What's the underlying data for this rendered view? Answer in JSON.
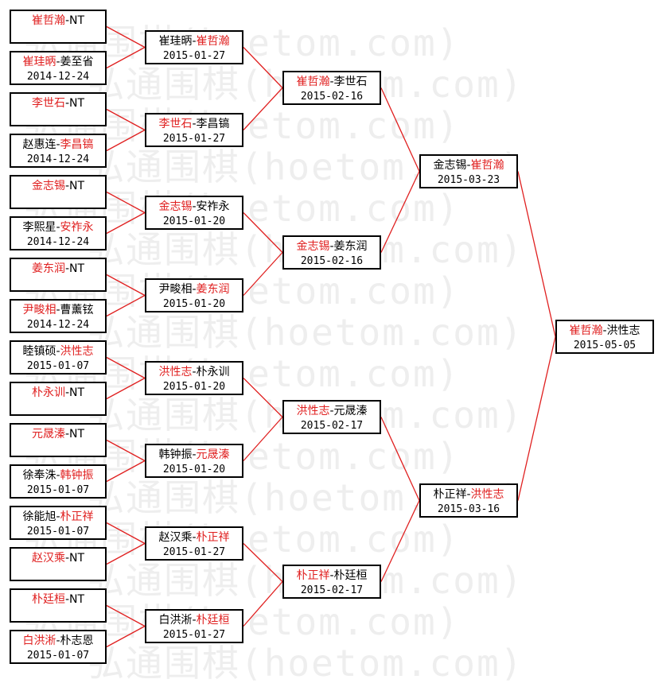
{
  "watermark": "弘通围棋(hoetom.com)",
  "colors": {
    "winner": "#e02020",
    "text": "#000000",
    "line": "#e02020"
  },
  "rounds": [
    [
      {
        "p1": "崔哲瀚",
        "p2": "NT",
        "date": "",
        "winner": 1
      },
      {
        "p1": "崔珪昞",
        "p2": "姜至省",
        "date": "2014-12-24",
        "winner": 1
      },
      {
        "p1": "李世石",
        "p2": "NT",
        "date": "",
        "winner": 1
      },
      {
        "p1": "赵惠连",
        "p2": "李昌镐",
        "date": "2014-12-24",
        "winner": 2
      },
      {
        "p1": "金志锡",
        "p2": "NT",
        "date": "",
        "winner": 1
      },
      {
        "p1": "李熙星",
        "p2": "安祚永",
        "date": "2014-12-24",
        "winner": 2
      },
      {
        "p1": "姜东润",
        "p2": "NT",
        "date": "",
        "winner": 1
      },
      {
        "p1": "尹畯相",
        "p2": "曹薰铉",
        "date": "2014-12-24",
        "winner": 1
      },
      {
        "p1": "睦镇硕",
        "p2": "洪性志",
        "date": "2015-01-07",
        "winner": 2
      },
      {
        "p1": "朴永训",
        "p2": "NT",
        "date": "",
        "winner": 1
      },
      {
        "p1": "元晟溱",
        "p2": "NT",
        "date": "",
        "winner": 1
      },
      {
        "p1": "徐奉洙",
        "p2": "韩钟振",
        "date": "2015-01-07",
        "winner": 2
      },
      {
        "p1": "徐能旭",
        "p2": "朴正祥",
        "date": "2015-01-07",
        "winner": 2
      },
      {
        "p1": "赵汉乘",
        "p2": "NT",
        "date": "",
        "winner": 1
      },
      {
        "p1": "朴廷桓",
        "p2": "NT",
        "date": "",
        "winner": 1
      },
      {
        "p1": "白洪淅",
        "p2": "朴志恩",
        "date": "2015-01-07",
        "winner": 1
      }
    ],
    [
      {
        "p1": "崔珪昞",
        "p2": "崔哲瀚",
        "date": "2015-01-27",
        "winner": 2
      },
      {
        "p1": "李世石",
        "p2": "李昌镐",
        "date": "2015-01-27",
        "winner": 1
      },
      {
        "p1": "金志锡",
        "p2": "安祚永",
        "date": "2015-01-20",
        "winner": 1
      },
      {
        "p1": "尹畯相",
        "p2": "姜东润",
        "date": "2015-01-20",
        "winner": 2
      },
      {
        "p1": "洪性志",
        "p2": "朴永训",
        "date": "2015-01-20",
        "winner": 1
      },
      {
        "p1": "韩钟振",
        "p2": "元晟溱",
        "date": "2015-01-20",
        "winner": 2
      },
      {
        "p1": "赵汉乘",
        "p2": "朴正祥",
        "date": "2015-01-27",
        "winner": 2
      },
      {
        "p1": "白洪淅",
        "p2": "朴廷桓",
        "date": "2015-01-27",
        "winner": 2
      }
    ],
    [
      {
        "p1": "崔哲瀚",
        "p2": "李世石",
        "date": "2015-02-16",
        "winner": 1
      },
      {
        "p1": "金志锡",
        "p2": "姜东润",
        "date": "2015-02-16",
        "winner": 1
      },
      {
        "p1": "洪性志",
        "p2": "元晟溱",
        "date": "2015-02-17",
        "winner": 1
      },
      {
        "p1": "朴正祥",
        "p2": "朴廷桓",
        "date": "2015-02-17",
        "winner": 1
      }
    ],
    [
      {
        "p1": "金志锡",
        "p2": "崔哲瀚",
        "date": "2015-03-23",
        "winner": 2
      },
      {
        "p1": "朴正祥",
        "p2": "洪性志",
        "date": "2015-03-16",
        "winner": 2
      }
    ],
    [
      {
        "p1": "崔哲瀚",
        "p2": "洪性志",
        "date": "2015-05-05",
        "winner": 1
      }
    ]
  ]
}
